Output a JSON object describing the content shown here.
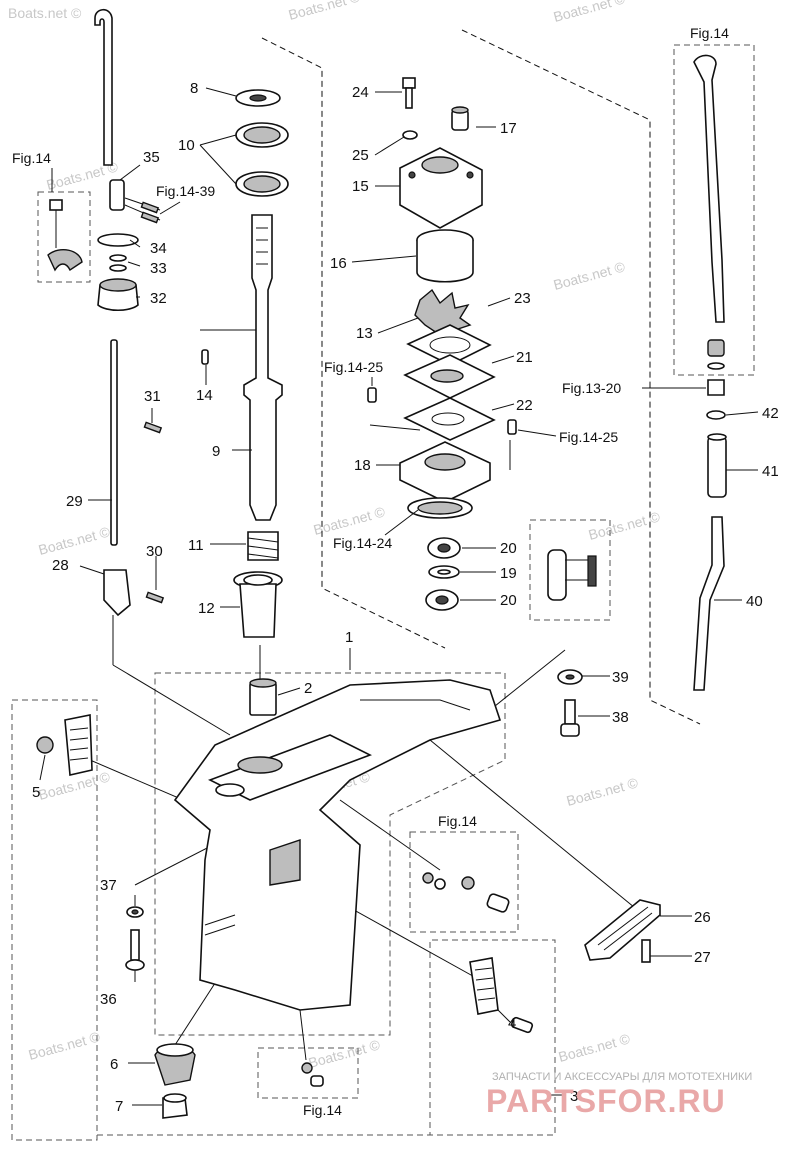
{
  "callouts": {
    "c1": "1",
    "c2": "2",
    "c3": "3",
    "c4": "4",
    "c5": "5",
    "c6": "6",
    "c7": "7",
    "c8": "8",
    "c9": "9",
    "c10": "10",
    "c11": "11",
    "c12": "12",
    "c13": "13",
    "c14": "14",
    "c15": "15",
    "c16": "16",
    "c17": "17",
    "c18": "18",
    "c19": "19",
    "c20a": "20",
    "c20b": "20",
    "c21": "21",
    "c22": "22",
    "c23": "23",
    "c24": "24",
    "c25": "25",
    "c26": "26",
    "c27": "27",
    "c28": "28",
    "c29": "29",
    "c30": "30",
    "c31": "31",
    "c32": "32",
    "c33": "33",
    "c34": "34",
    "c35": "35",
    "c36": "36",
    "c37": "37",
    "c38": "38",
    "c39": "39",
    "c40": "40",
    "c41": "41",
    "c42": "42"
  },
  "figure_refs": {
    "fig14_topleft": "Fig.14",
    "fig14_39": "Fig.14-39",
    "fig14_topright": "Fig.14",
    "fig13_20": "Fig.13-20",
    "fig14_25_left": "Fig.14-25",
    "fig14_25_right": "Fig.14-25",
    "fig14_24": "Fig.14-24",
    "fig14_mid": "Fig.14",
    "fig14_bottom": "Fig.14"
  },
  "watermarks": {
    "w1": "Boats.net ©",
    "w2": "Boats.net ©",
    "w3": "Boats.net ©",
    "w4": "Boats.net ©",
    "w5": "Boats.net ©",
    "w6": "Boats.net ©",
    "w7": "Boats.net ©",
    "w8": "Boats.net ©",
    "w9": "Boats.net ©",
    "w10": "Boats.net ©",
    "w11": "Boats.net ©",
    "w12": "Boats.net ©",
    "w13": "Boats.net ©",
    "w14": "Boats.net ©"
  },
  "branding": {
    "tagline": "ЗАПЧАСТИ И АКСЕССУАРЫ ДЛЯ МОТОТЕХНИКИ",
    "logo": "PARTSFOR.RU"
  }
}
